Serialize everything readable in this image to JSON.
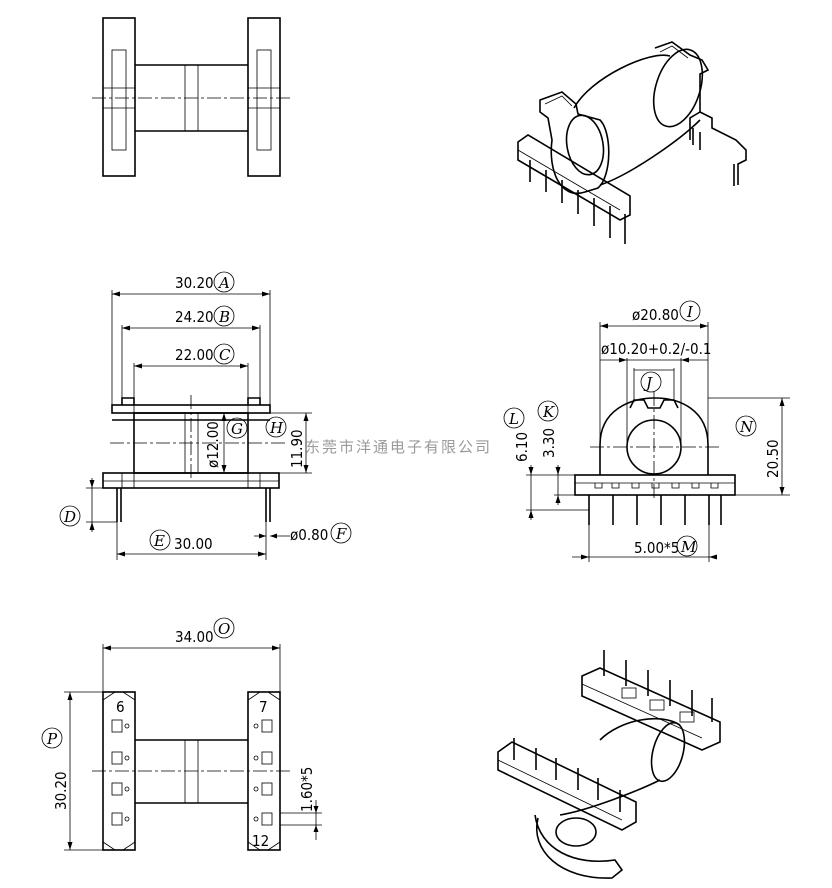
{
  "watermark": "东莞市洋通电子有限公司",
  "dimensions": {
    "a": {
      "value": "30.20",
      "tag": "A"
    },
    "b": {
      "value": "24.20",
      "tag": "B"
    },
    "c": {
      "value": "22.00",
      "tag": "C"
    },
    "d": {
      "tag": "D"
    },
    "e": {
      "value": "30.00",
      "tag": "E"
    },
    "f": {
      "value": "ø0.80",
      "tag": "F"
    },
    "g": {
      "value": "ø12.00",
      "tag": "G"
    },
    "h": {
      "value": "11.90",
      "tag": "H"
    },
    "i": {
      "value": "ø20.80",
      "tag": "I"
    },
    "i2": {
      "value": "ø10.20+0.2/-0.1"
    },
    "j": {
      "tag": "J"
    },
    "k": {
      "value": "3.30",
      "tag": "K"
    },
    "l": {
      "value": "6.10",
      "tag": "L"
    },
    "m": {
      "value": "5.00*5",
      "tag": "M"
    },
    "n": {
      "value": "20.50",
      "tag": "N"
    },
    "o": {
      "value": "34.00",
      "tag": "O"
    },
    "p": {
      "value": "30.20",
      "tag": "P"
    },
    "q": {
      "value": "1.60*5"
    }
  },
  "pin_labels": {
    "p6": "6",
    "p7": "7",
    "p12": "12"
  }
}
